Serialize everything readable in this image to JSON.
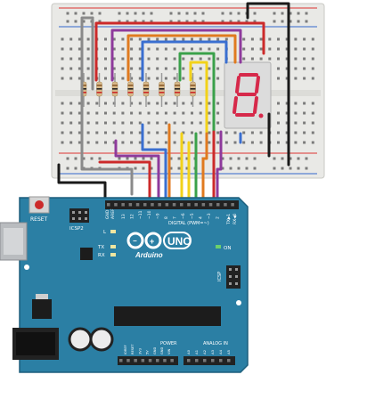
{
  "board": {
    "reset_label": "RESET",
    "icsp2_label": "ICSP2",
    "icsp_label": "ICSP",
    "aref_label": "AREF",
    "gnd_label": "GND",
    "digital_label": "DIGITAL (PWM=~)",
    "tx_label": "TX",
    "rx_label": "RX",
    "l_label": "L",
    "on_label": "ON",
    "uno_label": "UNO",
    "brand_label": "Arduino",
    "power_label": "POWER",
    "analog_label": "ANALOG IN",
    "tx_arrow": "TX▶1",
    "rx_arrow": "RX◀0",
    "digital_pins": [
      "13",
      "12",
      "~11",
      "~10",
      "~9",
      "8",
      "7",
      "~6",
      "~5",
      "4",
      "~3",
      "2"
    ],
    "power_pins": [
      "IOREF",
      "RESET",
      "3V3",
      "5V",
      "GND",
      "GND",
      "VIN"
    ],
    "analog_pins": [
      "A0",
      "A1",
      "A2",
      "A3",
      "A4",
      "A5"
    ]
  },
  "display": {
    "digit": "8"
  },
  "colors": {
    "breadboard": "#e9e9e6",
    "board": "#2b7fa4",
    "segment": "#d6294a",
    "wire_red": "#cc2a2a",
    "wire_purple": "#8e3a9c",
    "wire_orange": "#e07a1f",
    "wire_blue": "#3a6fd0",
    "wire_green": "#3aa14a",
    "wire_yellow": "#f2d21a",
    "wire_gray": "#8a8a8a",
    "wire_black": "#1a1a1a"
  }
}
